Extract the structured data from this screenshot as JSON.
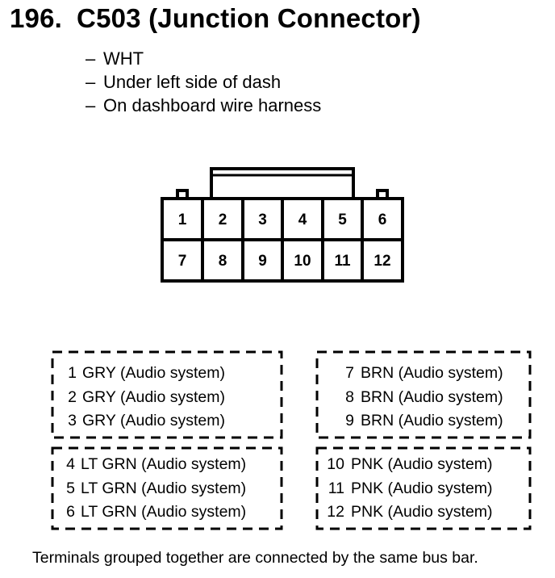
{
  "heading": {
    "number": "196.",
    "title": "C503 (Junction Connector)"
  },
  "info": {
    "lines": [
      {
        "dash": "–",
        "text": "WHT"
      },
      {
        "dash": "–",
        "text": "Under left side of dash"
      },
      {
        "dash": "–",
        "text": "On dashboard wire harness"
      }
    ]
  },
  "connector": {
    "top_row": [
      "1",
      "2",
      "3",
      "4",
      "5",
      "6"
    ],
    "bottom_row": [
      "7",
      "8",
      "9",
      "10",
      "11",
      "12"
    ]
  },
  "groups": [
    {
      "terminals": [
        {
          "num": "1",
          "desc": "GRY (Audio system)"
        },
        {
          "num": "2",
          "desc": "GRY (Audio system)"
        },
        {
          "num": "3",
          "desc": "GRY (Audio system)"
        }
      ]
    },
    {
      "terminals": [
        {
          "num": "7",
          "desc": "BRN (Audio system)"
        },
        {
          "num": "8",
          "desc": "BRN (Audio system)"
        },
        {
          "num": "9",
          "desc": "BRN (Audio system)"
        }
      ]
    },
    {
      "terminals": [
        {
          "num": "4",
          "desc": "LT GRN (Audio system)"
        },
        {
          "num": "5",
          "desc": "LT GRN (Audio system)"
        },
        {
          "num": "6",
          "desc": "LT GRN (Audio system)"
        }
      ]
    },
    {
      "terminals": [
        {
          "num": "10",
          "desc": "PNK (Audio system)"
        },
        {
          "num": "11",
          "desc": "PNK (Audio system)"
        },
        {
          "num": "12",
          "desc": "PNK (Audio system)"
        }
      ]
    }
  ],
  "footer": "Terminals grouped together are connected by the same bus bar."
}
